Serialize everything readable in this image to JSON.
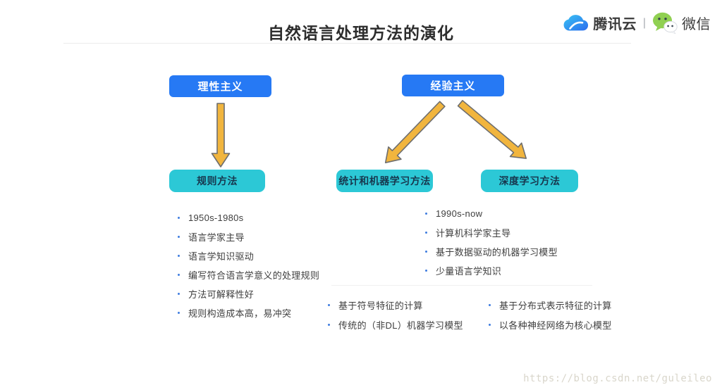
{
  "page": {
    "title": "自然语言处理方法的演化",
    "watermark": "https://blog.csdn.net/guleileo"
  },
  "header": {
    "tencent_cloud_label": "腾讯云",
    "separator": "|",
    "wechat_label": "微信",
    "icons": [
      "tencent-cloud-logo",
      "wechat-logo"
    ]
  },
  "diagram": {
    "top_nodes": [
      {
        "id": "rationalism",
        "label": "理性主义"
      },
      {
        "id": "empiricism",
        "label": "经验主义"
      }
    ],
    "method_nodes": [
      {
        "id": "rule",
        "label": "规则方法"
      },
      {
        "id": "statistical",
        "label": "统计和机器学习方法"
      },
      {
        "id": "deep",
        "label": "深度学习方法"
      }
    ],
    "arrows": [
      {
        "from": "rationalism",
        "to": "rule"
      },
      {
        "from": "empiricism",
        "to": "statistical"
      },
      {
        "from": "empiricism",
        "to": "deep"
      }
    ],
    "lists": {
      "rule_points": [
        "1950s-1980s",
        "语言学家主导",
        "语言学知识驱动",
        "编写符合语言学意义的处理规则",
        "方法可解释性好",
        "规则构造成本高，易冲突"
      ],
      "empiricism_points": [
        "1990s-now",
        "计算机科学家主导",
        "基于数据驱动的机器学习模型",
        "少量语言学知识"
      ],
      "statistical_points": [
        "基于符号特征的计算",
        "传统的（非DL）机器学习模型"
      ],
      "deep_points": [
        "基于分布式表示特征的计算",
        "以各种神经网络为核心模型"
      ]
    }
  },
  "colors": {
    "node_blue": "#2679F4",
    "node_teal": "#2CC8D6",
    "teal_text": "#17374E",
    "arrow_fill": "#F1B53E",
    "arrow_stroke": "#6E6E6E",
    "bullet_blue": "#3E7CE0",
    "watermark_gray": "#D9D6CB"
  }
}
